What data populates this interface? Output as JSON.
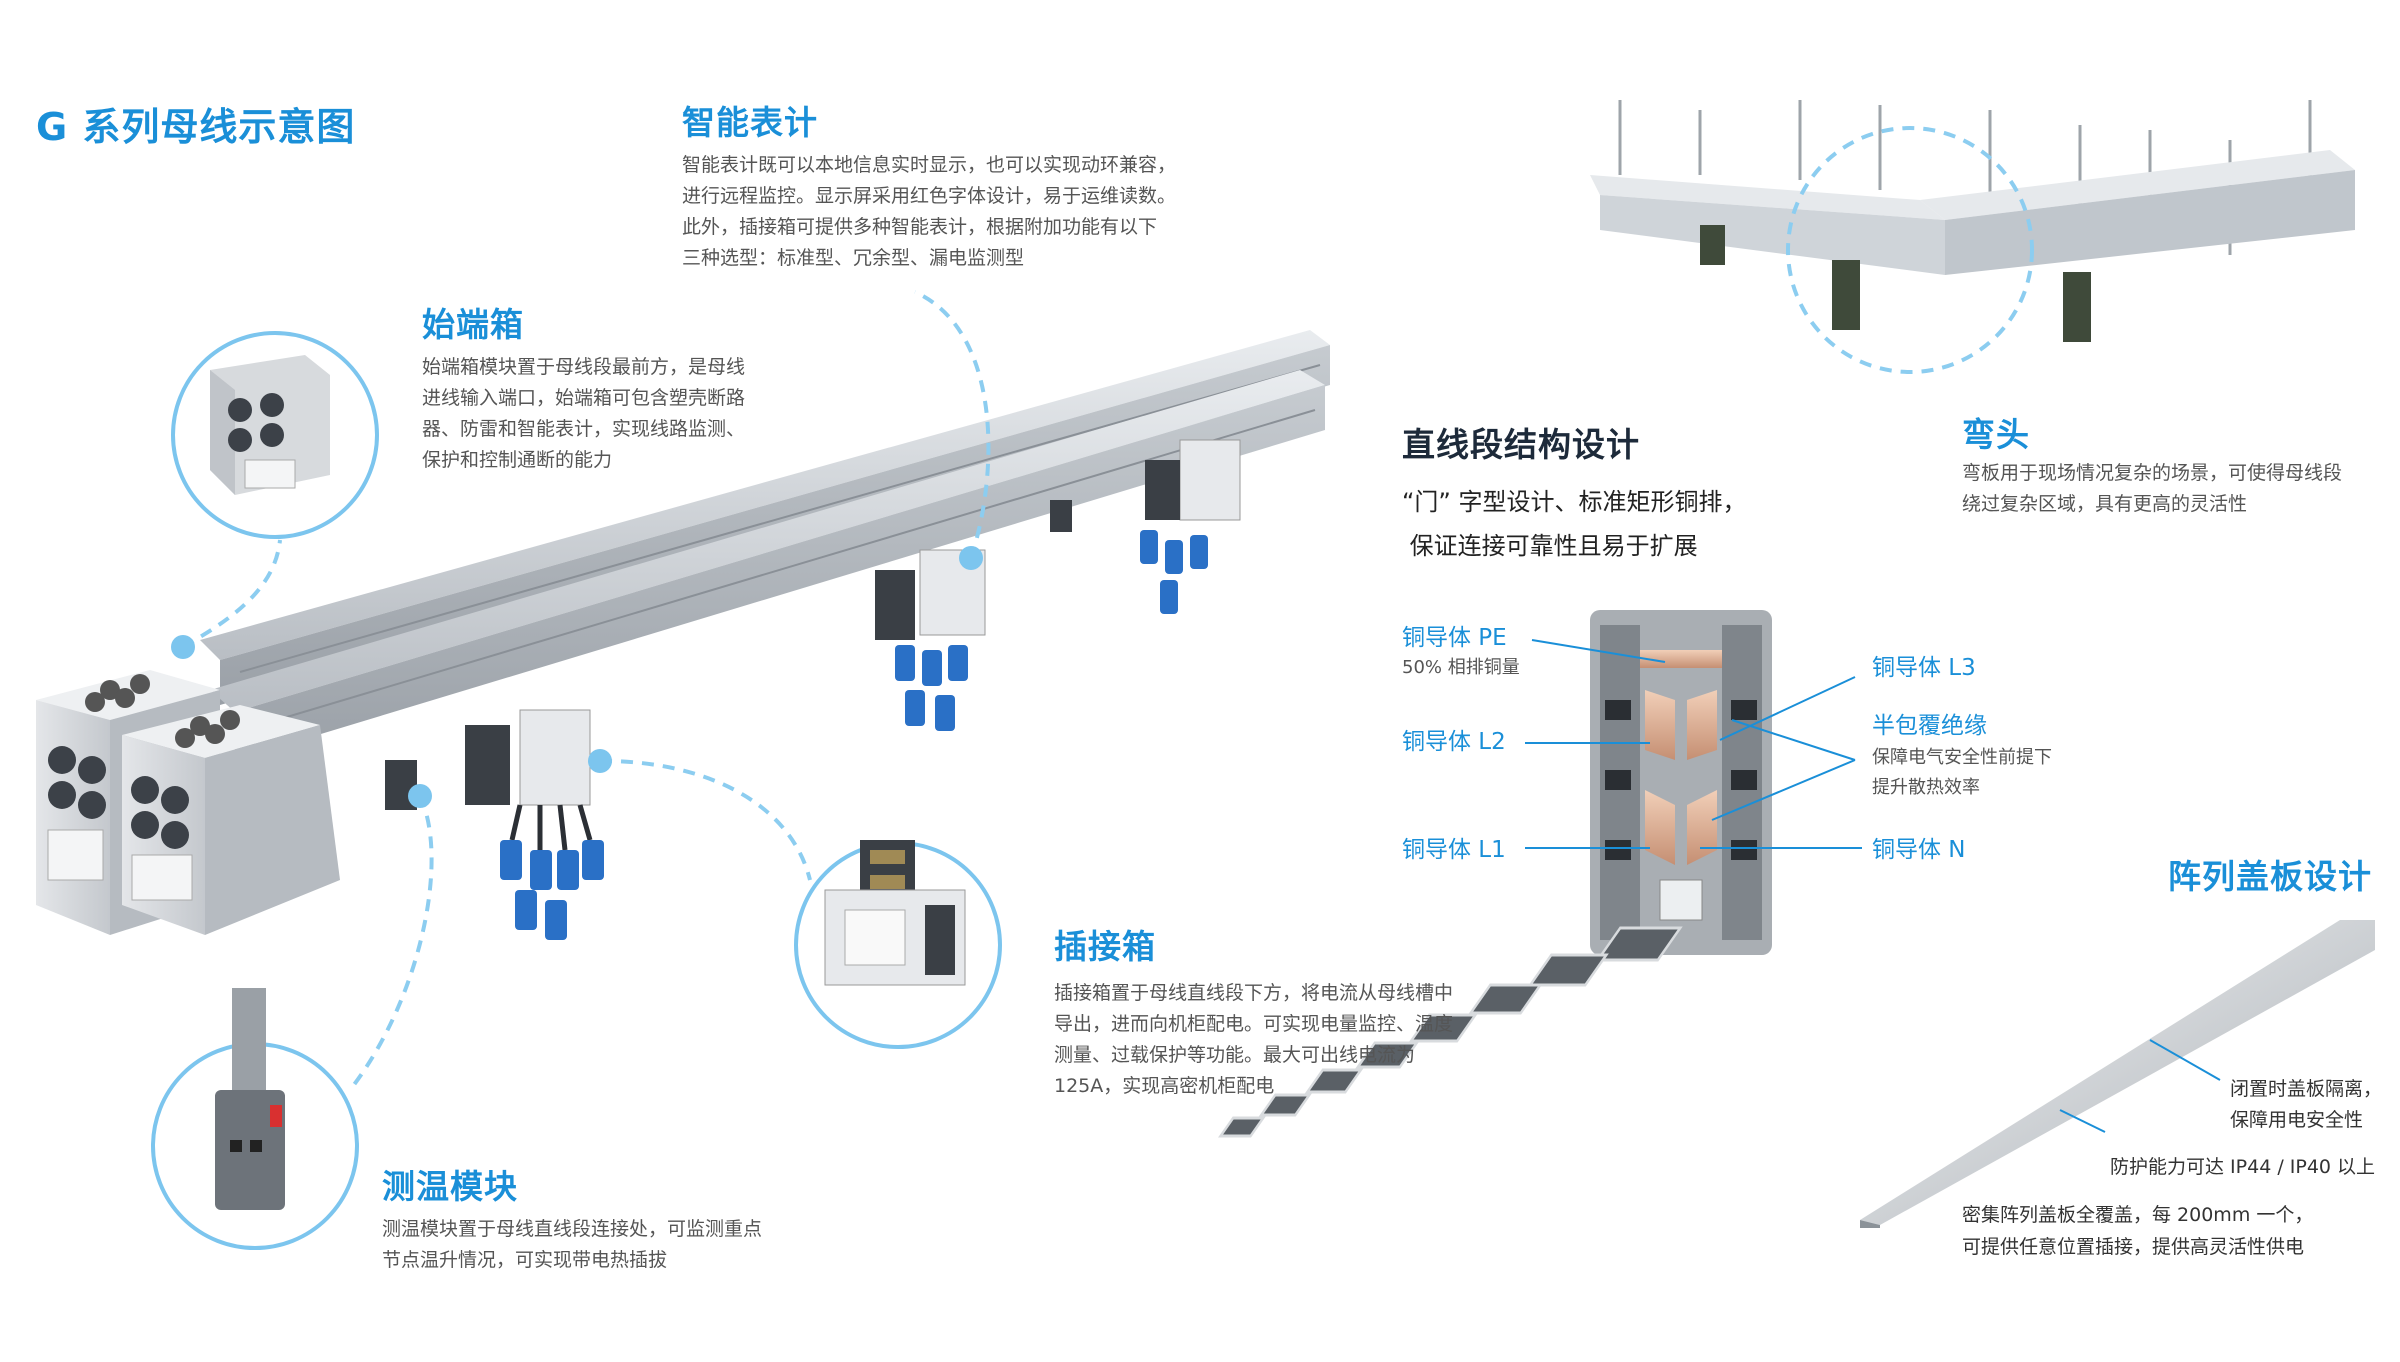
{
  "page": {
    "title": "G 系列母线示意图"
  },
  "colors": {
    "accent": "#1a8fd8",
    "ring": "#7cc5ee",
    "dash": "#8ccdf0",
    "metal": "#c9cdd2",
    "copper": "#d9a88a"
  },
  "sections": {
    "meter": {
      "title": "智能表计",
      "lines": [
        "智能表计既可以本地信息实时显示，也可以实现动环兼容，",
        "进行远程监控。显示屏采用红色字体设计，易于运维读数。",
        "此外，插接箱可提供多种智能表计，根据附加功能有以下",
        "三种选型：标准型、冗余型、漏电监测型"
      ]
    },
    "start_box": {
      "title": "始端箱",
      "lines": [
        "始端箱模块置于母线段最前方，是母线",
        "进线输入端口，始端箱可包含塑壳断路",
        "器、防雷和智能表计，实现线路监测、",
        "保护和控制通断的能力"
      ]
    },
    "plug_box": {
      "title": "插接箱",
      "lines": [
        "插接箱置于母线直线段下方，将电流从母线槽中",
        "导出，进而向机柜配电。可实现电量监控、温度",
        "测量、过载保护等功能。最大可出线电流为",
        "125A，实现高密机柜配电"
      ]
    },
    "temp": {
      "title": "测温模块",
      "lines": [
        "测温模块置于母线直线段连接处，可监测重点",
        "节点温升情况，可实现带电热插拔"
      ]
    },
    "straight": {
      "title": "直线段结构设计",
      "lines": [
        "“门” 字型设计、标准矩形铜排，",
        " 保证连接可靠性且易于扩展"
      ],
      "labels": {
        "pe": "铜导体 PE",
        "pe_sub": "50% 相排铜量",
        "l2": "铜导体 L2",
        "l1": "铜导体 L1",
        "l3": "铜导体 L3",
        "half": "半包覆绝缘",
        "half_sub1": "保障电气安全性前提下",
        "half_sub2": "提升散热效率",
        "n": "铜导体 N"
      }
    },
    "elbow": {
      "title": "弯头",
      "lines": [
        "弯板用于现场情况复杂的场景，可使得母线段",
        "绕过复杂区域，具有更高的灵活性"
      ]
    },
    "cover": {
      "title": "阵列盖板设计",
      "note1a": "闭置时盖板隔离，",
      "note1b": "保障用电安全性",
      "note2": "防护能力可达 IP44 / IP40 以上",
      "note3a": "密集阵列盖板全覆盖，每 200mm 一个，",
      "note3b": "可提供任意位置插接，提供高灵活性供电"
    }
  }
}
